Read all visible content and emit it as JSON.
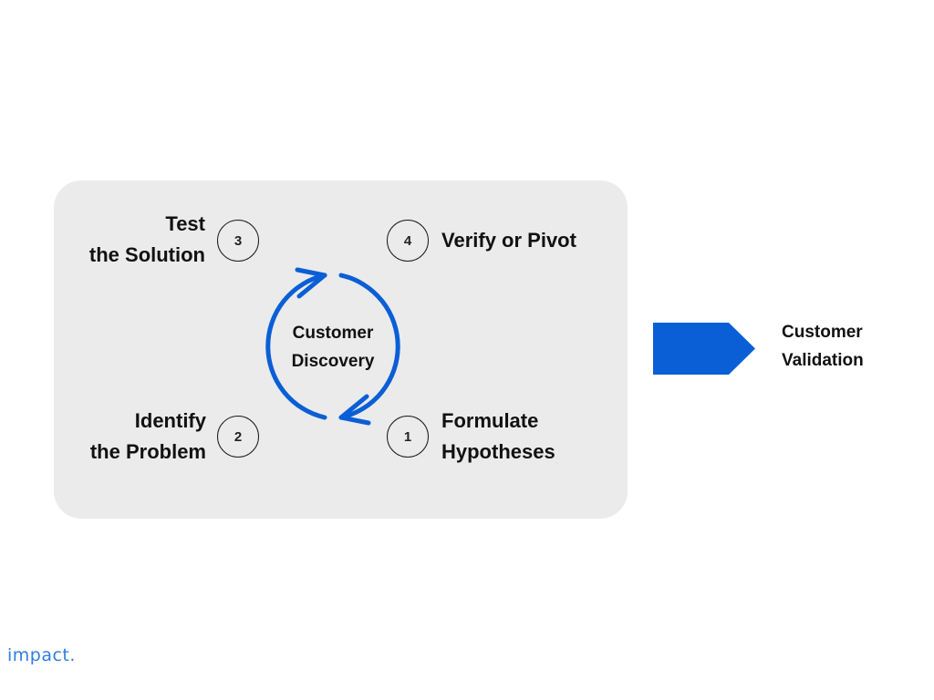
{
  "colors": {
    "accent": "#0a5fd6",
    "panel": "#ebebeb",
    "text": "#111111",
    "logo": "#2f7de1"
  },
  "steps": [
    {
      "number": "1",
      "lines": [
        "Formulate",
        "Hypotheses"
      ]
    },
    {
      "number": "2",
      "lines": [
        "Identify",
        "the Problem"
      ]
    },
    {
      "number": "3",
      "lines": [
        "Test",
        "the Solution"
      ]
    },
    {
      "number": "4",
      "lines": [
        "Verify or Pivot"
      ]
    }
  ],
  "cycle": {
    "lines": [
      "Customer",
      "Discovery"
    ]
  },
  "next_stage": {
    "lines": [
      "Customer",
      "Validation"
    ]
  },
  "brand": {
    "logo_text": "impact."
  }
}
